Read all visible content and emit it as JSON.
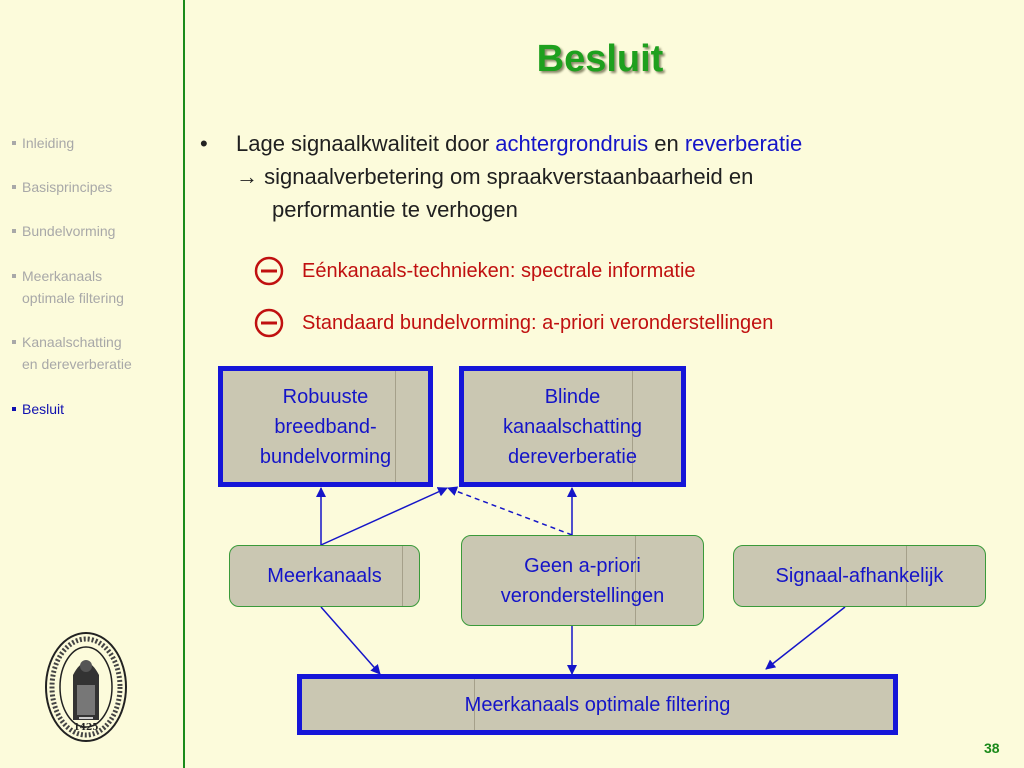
{
  "title": "Besluit",
  "nav": {
    "items": [
      {
        "lines": [
          "Inleiding"
        ],
        "active": false
      },
      {
        "lines": [
          "Basisprincipes"
        ],
        "active": false
      },
      {
        "lines": [
          "Bundelvorming"
        ],
        "active": false
      },
      {
        "lines": [
          "Meerkanaals",
          "optimale filtering"
        ],
        "active": false
      },
      {
        "lines": [
          "Kanaalschatting",
          "en dereverberatie"
        ],
        "active": false
      },
      {
        "lines": [
          "Besluit"
        ],
        "active": true
      }
    ]
  },
  "seal": {
    "year": "1425"
  },
  "bullet": {
    "marker": "•",
    "part1": "Lage signaalkwaliteit door ",
    "highlight1": "achtergrondruis",
    "part2": " en ",
    "highlight2": "reverberatie",
    "line2": "→ signaalverbetering om spraakverstaanbaarheid en",
    "line3": "performantie te verhogen"
  },
  "subpoints": [
    "Eénkanaals-technieken: spectrale informatie",
    "Standaard bundelvorming: a-priori veronderstellingen"
  ],
  "boxes": {
    "robust": [
      "Robuuste",
      "breedband-",
      "bundelvorming"
    ],
    "blind": [
      "Blinde",
      "kanaalschatting",
      "dereverberatie"
    ],
    "multichannel": "Meerkanaals",
    "no_prior": [
      "Geen a-priori",
      "veronderstellingen"
    ],
    "signal_dep": "Signaal-afhankelijk",
    "optimal": "Meerkanaals optimale filtering"
  },
  "colors": {
    "accent_green": "#1ea01e",
    "accent_blue": "#1515c8",
    "minus_red": "#c01010",
    "background": "#fcfbdb"
  },
  "page_number": "38"
}
